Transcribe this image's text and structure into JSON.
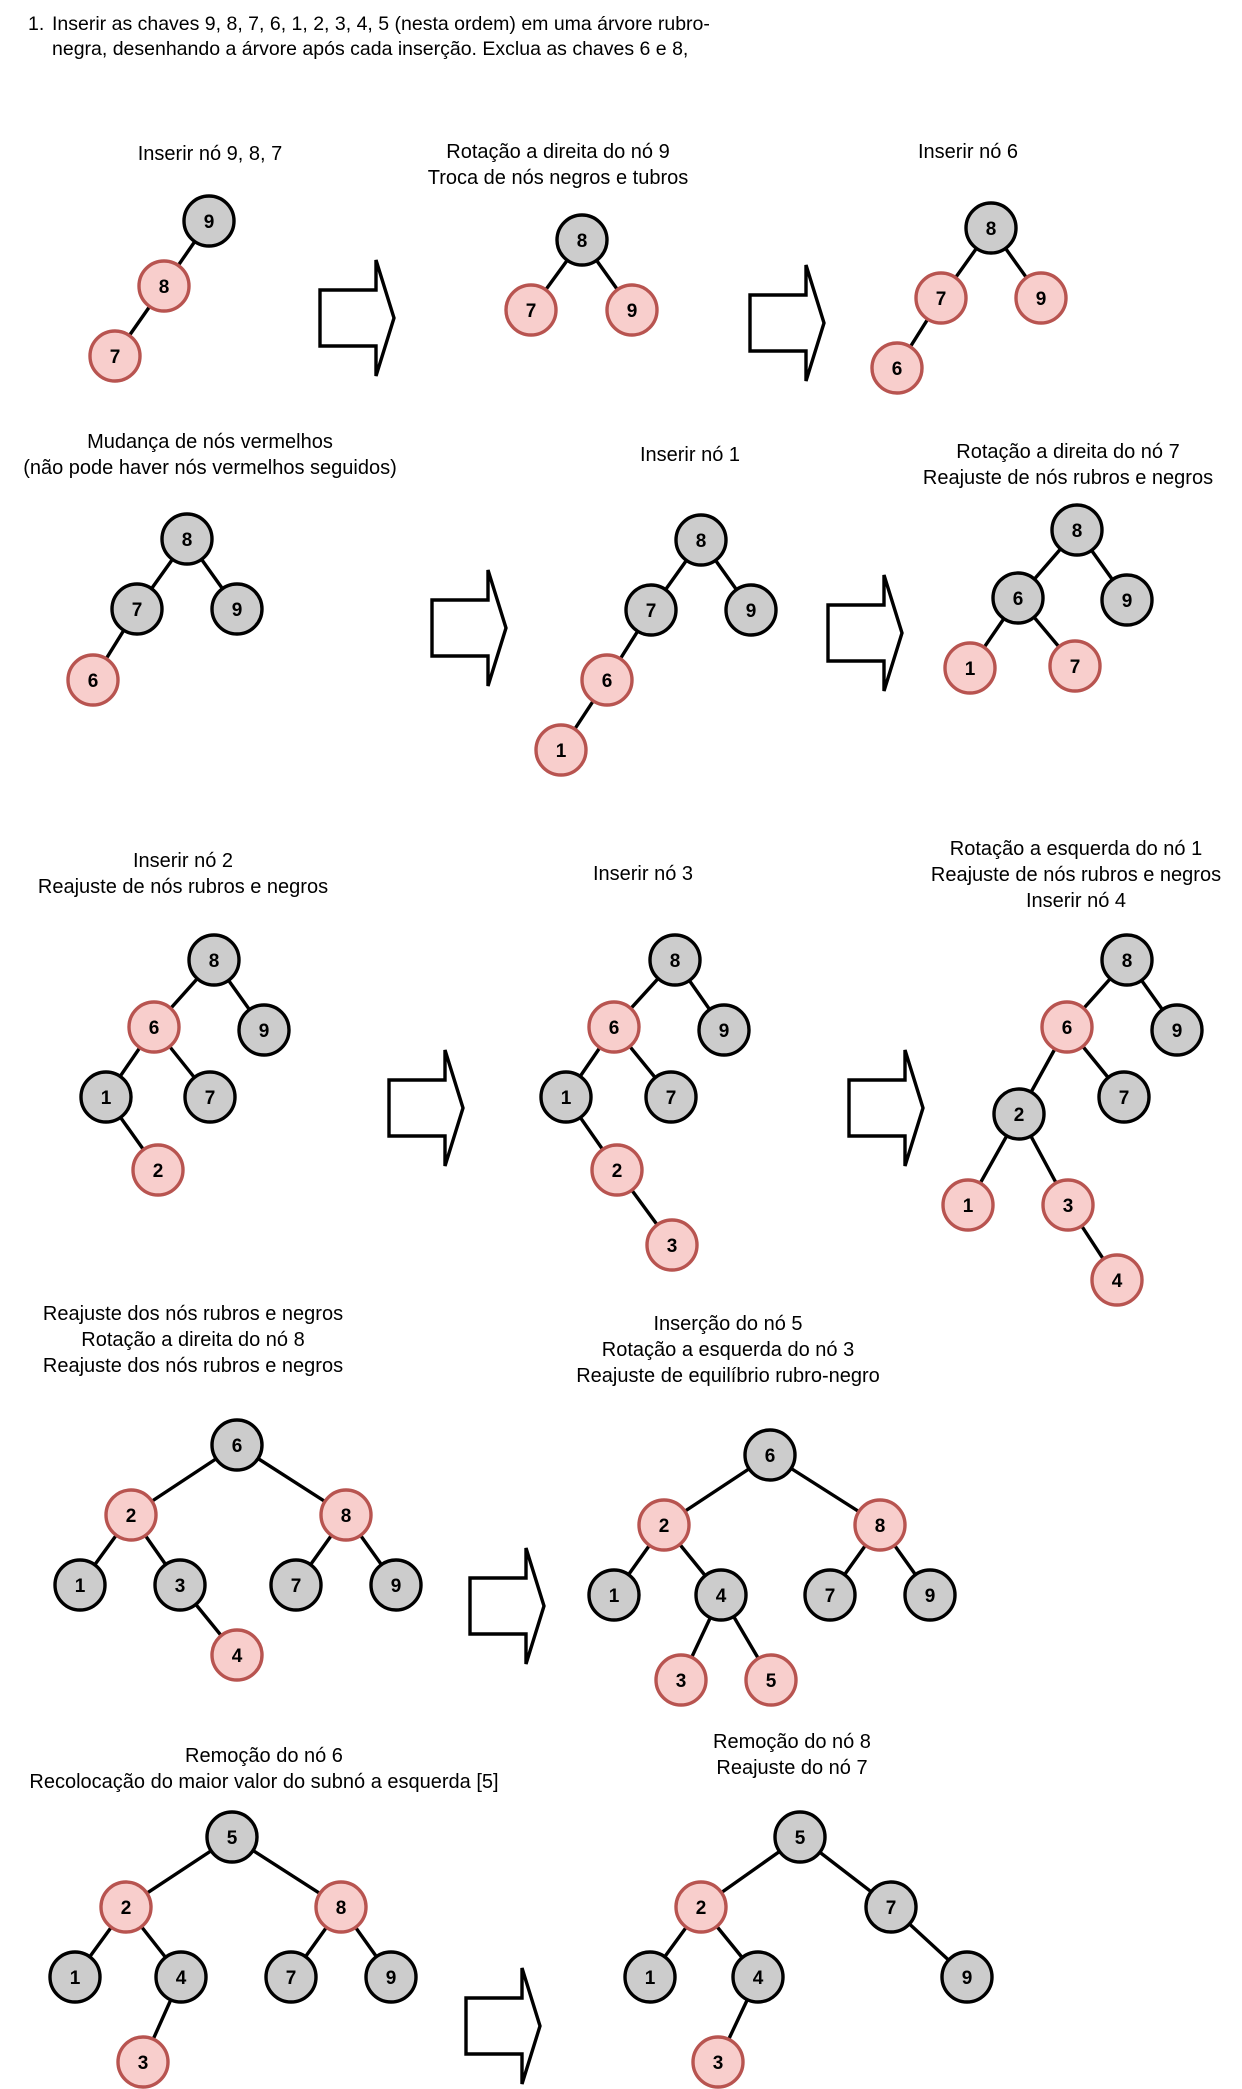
{
  "question": {
    "number": "1.",
    "line1": "Inserir as chaves 9, 8, 7, 6, 1, 2, 3, 4, 5 (nesta ordem) em uma árvore rubro-",
    "line2": "negra, desenhando a árvore após cada inserção. Exclua as chaves 6 e 8,"
  },
  "steps": [
    {
      "id": "s1",
      "caption": [
        "Inserir nó 9, 8, 7"
      ],
      "nodes": [
        {
          "k": "9",
          "c": "black"
        },
        {
          "k": "8",
          "c": "red"
        },
        {
          "k": "7",
          "c": "red"
        }
      ],
      "edges": [
        [
          "9",
          "8"
        ],
        [
          "8",
          "7"
        ]
      ]
    },
    {
      "id": "s2",
      "caption": [
        "Rotação a direita do nó 9",
        "Troca de nós negros e tubros"
      ],
      "nodes": [
        {
          "k": "8",
          "c": "black"
        },
        {
          "k": "7",
          "c": "red"
        },
        {
          "k": "9",
          "c": "red"
        }
      ],
      "edges": [
        [
          "8",
          "7"
        ],
        [
          "8",
          "9"
        ]
      ]
    },
    {
      "id": "s3",
      "caption": [
        "Inserir nó 6"
      ],
      "nodes": [
        {
          "k": "8",
          "c": "black"
        },
        {
          "k": "7",
          "c": "red"
        },
        {
          "k": "9",
          "c": "red"
        },
        {
          "k": "6",
          "c": "red"
        }
      ],
      "edges": [
        [
          "8",
          "7"
        ],
        [
          "8",
          "9"
        ],
        [
          "7",
          "6"
        ]
      ]
    },
    {
      "id": "s4",
      "caption": [
        "Mudança de nós vermelhos",
        "(não pode haver nós vermelhos seguidos)"
      ],
      "nodes": [
        {
          "k": "8",
          "c": "black"
        },
        {
          "k": "7",
          "c": "black"
        },
        {
          "k": "9",
          "c": "black"
        },
        {
          "k": "6",
          "c": "red"
        }
      ],
      "edges": [
        [
          "8",
          "7"
        ],
        [
          "8",
          "9"
        ],
        [
          "7",
          "6"
        ]
      ]
    },
    {
      "id": "s5",
      "caption": [
        "Inserir nó 1"
      ],
      "nodes": [
        {
          "k": "8",
          "c": "black"
        },
        {
          "k": "7",
          "c": "black"
        },
        {
          "k": "9",
          "c": "black"
        },
        {
          "k": "6",
          "c": "red"
        },
        {
          "k": "1",
          "c": "red"
        }
      ],
      "edges": [
        [
          "8",
          "7"
        ],
        [
          "8",
          "9"
        ],
        [
          "7",
          "6"
        ],
        [
          "6",
          "1"
        ]
      ]
    },
    {
      "id": "s6",
      "caption": [
        "Rotação a direita do nó 7",
        "Reajuste de nós rubros e negros"
      ],
      "nodes": [
        {
          "k": "8",
          "c": "black"
        },
        {
          "k": "6",
          "c": "black"
        },
        {
          "k": "9",
          "c": "black"
        },
        {
          "k": "1",
          "c": "red"
        },
        {
          "k": "7",
          "c": "red"
        }
      ],
      "edges": [
        [
          "8",
          "6"
        ],
        [
          "8",
          "9"
        ],
        [
          "6",
          "1"
        ],
        [
          "6",
          "7"
        ]
      ]
    },
    {
      "id": "s7",
      "caption": [
        "Inserir nó 2",
        "Reajuste de nós rubros e negros"
      ],
      "nodes": [
        {
          "k": "8",
          "c": "black"
        },
        {
          "k": "6",
          "c": "red"
        },
        {
          "k": "9",
          "c": "black"
        },
        {
          "k": "1",
          "c": "black"
        },
        {
          "k": "7",
          "c": "black"
        },
        {
          "k": "2",
          "c": "red"
        }
      ],
      "edges": [
        [
          "8",
          "6"
        ],
        [
          "8",
          "9"
        ],
        [
          "6",
          "1"
        ],
        [
          "6",
          "7"
        ],
        [
          "1",
          "2"
        ]
      ]
    },
    {
      "id": "s8",
      "caption": [
        "Inserir nó 3"
      ],
      "nodes": [
        {
          "k": "8",
          "c": "black"
        },
        {
          "k": "6",
          "c": "red"
        },
        {
          "k": "9",
          "c": "black"
        },
        {
          "k": "1",
          "c": "black"
        },
        {
          "k": "7",
          "c": "black"
        },
        {
          "k": "2",
          "c": "red"
        },
        {
          "k": "3",
          "c": "red"
        }
      ],
      "edges": [
        [
          "8",
          "6"
        ],
        [
          "8",
          "9"
        ],
        [
          "6",
          "1"
        ],
        [
          "6",
          "7"
        ],
        [
          "1",
          "2"
        ],
        [
          "2",
          "3"
        ]
      ]
    },
    {
      "id": "s9",
      "caption": [
        "Rotação a esquerda do nó 1",
        "Reajuste de nós rubros e negros",
        "Inserir nó 4"
      ],
      "nodes": [
        {
          "k": "8",
          "c": "black"
        },
        {
          "k": "6",
          "c": "red"
        },
        {
          "k": "9",
          "c": "black"
        },
        {
          "k": "2",
          "c": "black"
        },
        {
          "k": "7",
          "c": "black"
        },
        {
          "k": "1",
          "c": "red"
        },
        {
          "k": "3",
          "c": "red"
        },
        {
          "k": "4",
          "c": "red"
        }
      ],
      "edges": [
        [
          "8",
          "6"
        ],
        [
          "8",
          "9"
        ],
        [
          "6",
          "2"
        ],
        [
          "6",
          "7"
        ],
        [
          "2",
          "1"
        ],
        [
          "2",
          "3"
        ],
        [
          "3",
          "4"
        ]
      ]
    },
    {
      "id": "s10",
      "caption": [
        "Reajuste dos nós rubros e negros",
        "Rotação a direita do nó 8",
        "Reajuste dos nós rubros e negros"
      ],
      "nodes": [
        {
          "k": "6",
          "c": "black"
        },
        {
          "k": "2",
          "c": "red"
        },
        {
          "k": "8",
          "c": "red"
        },
        {
          "k": "1",
          "c": "black"
        },
        {
          "k": "3",
          "c": "black"
        },
        {
          "k": "7",
          "c": "black"
        },
        {
          "k": "9",
          "c": "black"
        },
        {
          "k": "4",
          "c": "red"
        }
      ],
      "edges": [
        [
          "6",
          "2"
        ],
        [
          "6",
          "8"
        ],
        [
          "2",
          "1"
        ],
        [
          "2",
          "3"
        ],
        [
          "8",
          "7"
        ],
        [
          "8",
          "9"
        ],
        [
          "3",
          "4"
        ]
      ]
    },
    {
      "id": "s11",
      "caption": [
        "Inserção do nó 5",
        "Rotação a esquerda do nó 3",
        "Reajuste de equilíbrio rubro-negro"
      ],
      "nodes": [
        {
          "k": "6",
          "c": "black"
        },
        {
          "k": "2",
          "c": "red"
        },
        {
          "k": "8",
          "c": "red"
        },
        {
          "k": "1",
          "c": "black"
        },
        {
          "k": "4",
          "c": "black"
        },
        {
          "k": "7",
          "c": "black"
        },
        {
          "k": "9",
          "c": "black"
        },
        {
          "k": "3",
          "c": "red"
        },
        {
          "k": "5",
          "c": "red"
        }
      ],
      "edges": [
        [
          "6",
          "2"
        ],
        [
          "6",
          "8"
        ],
        [
          "2",
          "1"
        ],
        [
          "2",
          "4"
        ],
        [
          "8",
          "7"
        ],
        [
          "8",
          "9"
        ],
        [
          "4",
          "3"
        ],
        [
          "4",
          "5"
        ]
      ]
    },
    {
      "id": "s12",
      "caption": [
        "Remoção do nó 6",
        "Recolocação do maior valor do subnó a esquerda [5]"
      ],
      "nodes": [
        {
          "k": "5",
          "c": "black"
        },
        {
          "k": "2",
          "c": "red"
        },
        {
          "k": "8",
          "c": "red"
        },
        {
          "k": "1",
          "c": "black"
        },
        {
          "k": "4",
          "c": "black"
        },
        {
          "k": "7",
          "c": "black"
        },
        {
          "k": "9",
          "c": "black"
        },
        {
          "k": "3",
          "c": "red"
        }
      ],
      "edges": [
        [
          "5",
          "2"
        ],
        [
          "5",
          "8"
        ],
        [
          "2",
          "1"
        ],
        [
          "2",
          "4"
        ],
        [
          "8",
          "7"
        ],
        [
          "8",
          "9"
        ],
        [
          "4",
          "3"
        ]
      ]
    },
    {
      "id": "s13",
      "caption": [
        "Remoção do nó 8",
        "Reajuste do nó 7"
      ],
      "nodes": [
        {
          "k": "5",
          "c": "black"
        },
        {
          "k": "2",
          "c": "red"
        },
        {
          "k": "7",
          "c": "black"
        },
        {
          "k": "1",
          "c": "black"
        },
        {
          "k": "4",
          "c": "black"
        },
        {
          "k": "9",
          "c": "black"
        },
        {
          "k": "3",
          "c": "red"
        }
      ],
      "edges": [
        [
          "5",
          "2"
        ],
        [
          "5",
          "7"
        ],
        [
          "2",
          "1"
        ],
        [
          "2",
          "4"
        ],
        [
          "7",
          "9"
        ],
        [
          "4",
          "3"
        ]
      ]
    }
  ],
  "arrows": [
    "a1",
    "a2",
    "a3",
    "a4",
    "a5",
    "a6",
    "a7",
    "a8"
  ],
  "colors": {
    "black_fill": "#cccccc",
    "red_fill": "#f8cecc",
    "red_stroke": "#b85450",
    "black_stroke": "#000000"
  }
}
